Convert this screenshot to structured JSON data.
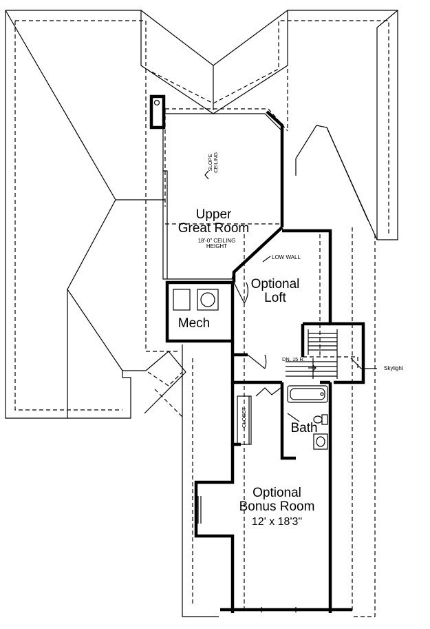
{
  "rooms": {
    "upper_great_room": {
      "name_line1": "Upper",
      "name_line2": "Great Room",
      "note_line1": "18'-0\" CEILING",
      "note_line2": "HEIGHT"
    },
    "slope_ceiling": {
      "line1": "SLOPE",
      "line2": "CEILING"
    },
    "optional_loft": {
      "line1": "Optional",
      "line2": "Loft"
    },
    "mech": {
      "name": "Mech"
    },
    "bath": {
      "name": "Bath"
    },
    "closet": {
      "name": "CLOSET"
    },
    "bonus_room": {
      "line1": "Optional",
      "line2": "Bonus Room",
      "size": "12' x 18'3\""
    }
  },
  "notes": {
    "low_wall": "LOW WALL",
    "stairs": "DN. 15 R.",
    "skylight": "Skylight"
  }
}
